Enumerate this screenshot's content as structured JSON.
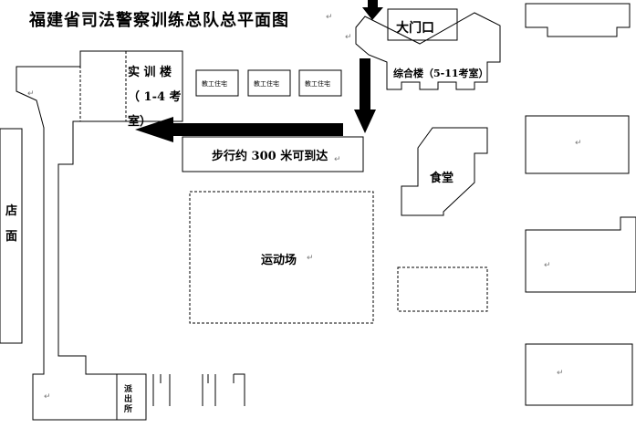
{
  "title": "福建省司法警察训练总队总平面图",
  "buildings": {
    "main_gate": "大门口",
    "complex_building": "综合楼（5-11考室）",
    "training_building": [
      "实 训 楼",
      "（ 1-4  考",
      "室）"
    ],
    "dormitories": [
      "教工住宅",
      "教工住宅",
      "教工住宅"
    ],
    "canteen": "食堂",
    "sports_field": "运动场",
    "shop": [
      "店",
      "面"
    ],
    "police_room": "派出所"
  },
  "directions": {
    "walk_note": "步行约 300 米可到达"
  },
  "marks": {
    "paragraph": "↵"
  },
  "colors": {
    "ink": "#000000",
    "mark": "#7a7a7a",
    "background": "#ffffff"
  }
}
